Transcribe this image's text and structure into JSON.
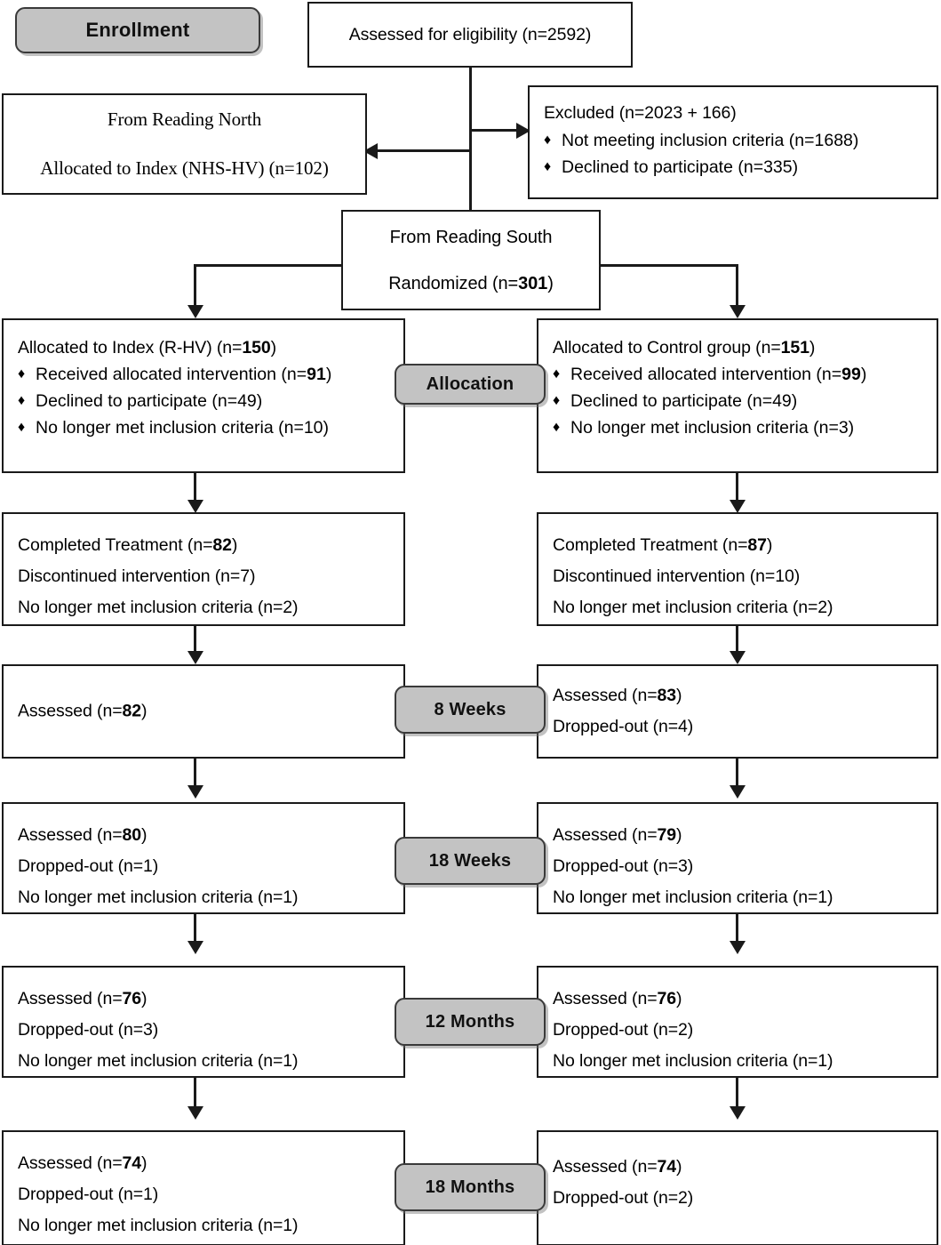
{
  "diagram": {
    "title": "CONSORT participant flow diagram",
    "colors": {
      "badge_fill": "#c3c3c3",
      "border": "#1a1a1a",
      "background": "#ffffff"
    },
    "bullet_glyph": "♦"
  },
  "stage_badges": {
    "enrollment": "Enrollment",
    "allocation": "Allocation",
    "week8": "8 Weeks",
    "week18": "18 Weeks",
    "month12": "12 Months",
    "month18": "18 Months"
  },
  "enrollment": {
    "assessed": {
      "text_prefix": "Assessed for eligibility (n=2592)",
      "n": "2592"
    },
    "excluded": {
      "header": "Excluded (n=2023 + 166)",
      "items": [
        "Not meeting inclusion criteria (n=1688)",
        "Declined to participate (n=335)"
      ]
    },
    "reading_north": {
      "line1": "From Reading North",
      "line2": "Allocated to Index (NHS-HV) (n=102)"
    },
    "reading_south": {
      "line1": "From Reading South",
      "line2_prefix": "Randomized (n=",
      "line2_bold": "301",
      "line2_suffix": ")"
    }
  },
  "allocation": {
    "left": {
      "header_prefix": "Allocated to Index (R-HV) (n=",
      "header_bold": "150",
      "header_suffix": ")",
      "items": [
        {
          "prefix": "Received allocated intervention (n=",
          "bold": "91",
          "suffix": ")"
        },
        {
          "prefix": "Declined to participate (n=49)",
          "bold": "",
          "suffix": ""
        },
        {
          "prefix": "No longer met inclusion criteria (n=10)",
          "bold": "",
          "suffix": ""
        }
      ]
    },
    "right": {
      "header_prefix": "Allocated to Control group (n=",
      "header_bold": "151",
      "header_suffix": ")",
      "items": [
        {
          "prefix": "Received allocated intervention (n=",
          "bold": "99",
          "suffix": ")"
        },
        {
          "prefix": "Declined to participate (n=49)",
          "bold": "",
          "suffix": ""
        },
        {
          "prefix": "No longer met inclusion criteria (n=3)",
          "bold": "",
          "suffix": ""
        }
      ]
    }
  },
  "treatment": {
    "left": {
      "l1_prefix": "Completed Treatment (n=",
      "l1_bold": "82",
      "l1_suffix": ")",
      "l2": "Discontinued intervention (n=7)",
      "l3": "No longer met inclusion criteria (n=2)"
    },
    "right": {
      "l1_prefix": "Completed Treatment (n=",
      "l1_bold": "87",
      "l1_suffix": ")",
      "l2": "Discontinued intervention (n=10)",
      "l3": "No longer met inclusion criteria (n=2)"
    }
  },
  "followups": [
    {
      "stage": "8 Weeks",
      "left": {
        "l1_prefix": "Assessed (n=",
        "l1_bold": "82",
        "l1_suffix": ")",
        "l2": "",
        "l3": ""
      },
      "right": {
        "l1_prefix": "Assessed (n=",
        "l1_bold": "83",
        "l1_suffix": ")",
        "l2": "Dropped-out (n=4)",
        "l3": ""
      }
    },
    {
      "stage": "18 Weeks",
      "left": {
        "l1_prefix": "Assessed (n=",
        "l1_bold": "80",
        "l1_suffix": ")",
        "l2": "Dropped-out (n=1)",
        "l3": "No longer met inclusion criteria (n=1)"
      },
      "right": {
        "l1_prefix": "Assessed (n=",
        "l1_bold": "79",
        "l1_suffix": ")",
        "l2": "Dropped-out (n=3)",
        "l3": "No longer met inclusion criteria (n=1)"
      }
    },
    {
      "stage": "12 Months",
      "left": {
        "l1_prefix": "Assessed (n=",
        "l1_bold": "76",
        "l1_suffix": ")",
        "l2": "Dropped-out (n=3)",
        "l3": "No longer met inclusion criteria (n=1)"
      },
      "right": {
        "l1_prefix": "Assessed (n=",
        "l1_bold": "76",
        "l1_suffix": ")",
        "l2": "Dropped-out (n=2)",
        "l3": "No longer met inclusion criteria (n=1)"
      }
    },
    {
      "stage": "18 Months",
      "left": {
        "l1_prefix": "Assessed (n=",
        "l1_bold": "74",
        "l1_suffix": ")",
        "l2": "Dropped-out (n=1)",
        "l3": "No longer met inclusion criteria (n=1)"
      },
      "right": {
        "l1_prefix": "Assessed (n=",
        "l1_bold": "74",
        "l1_suffix": ")",
        "l2": "Dropped-out (n=2)",
        "l3": ""
      }
    }
  ]
}
